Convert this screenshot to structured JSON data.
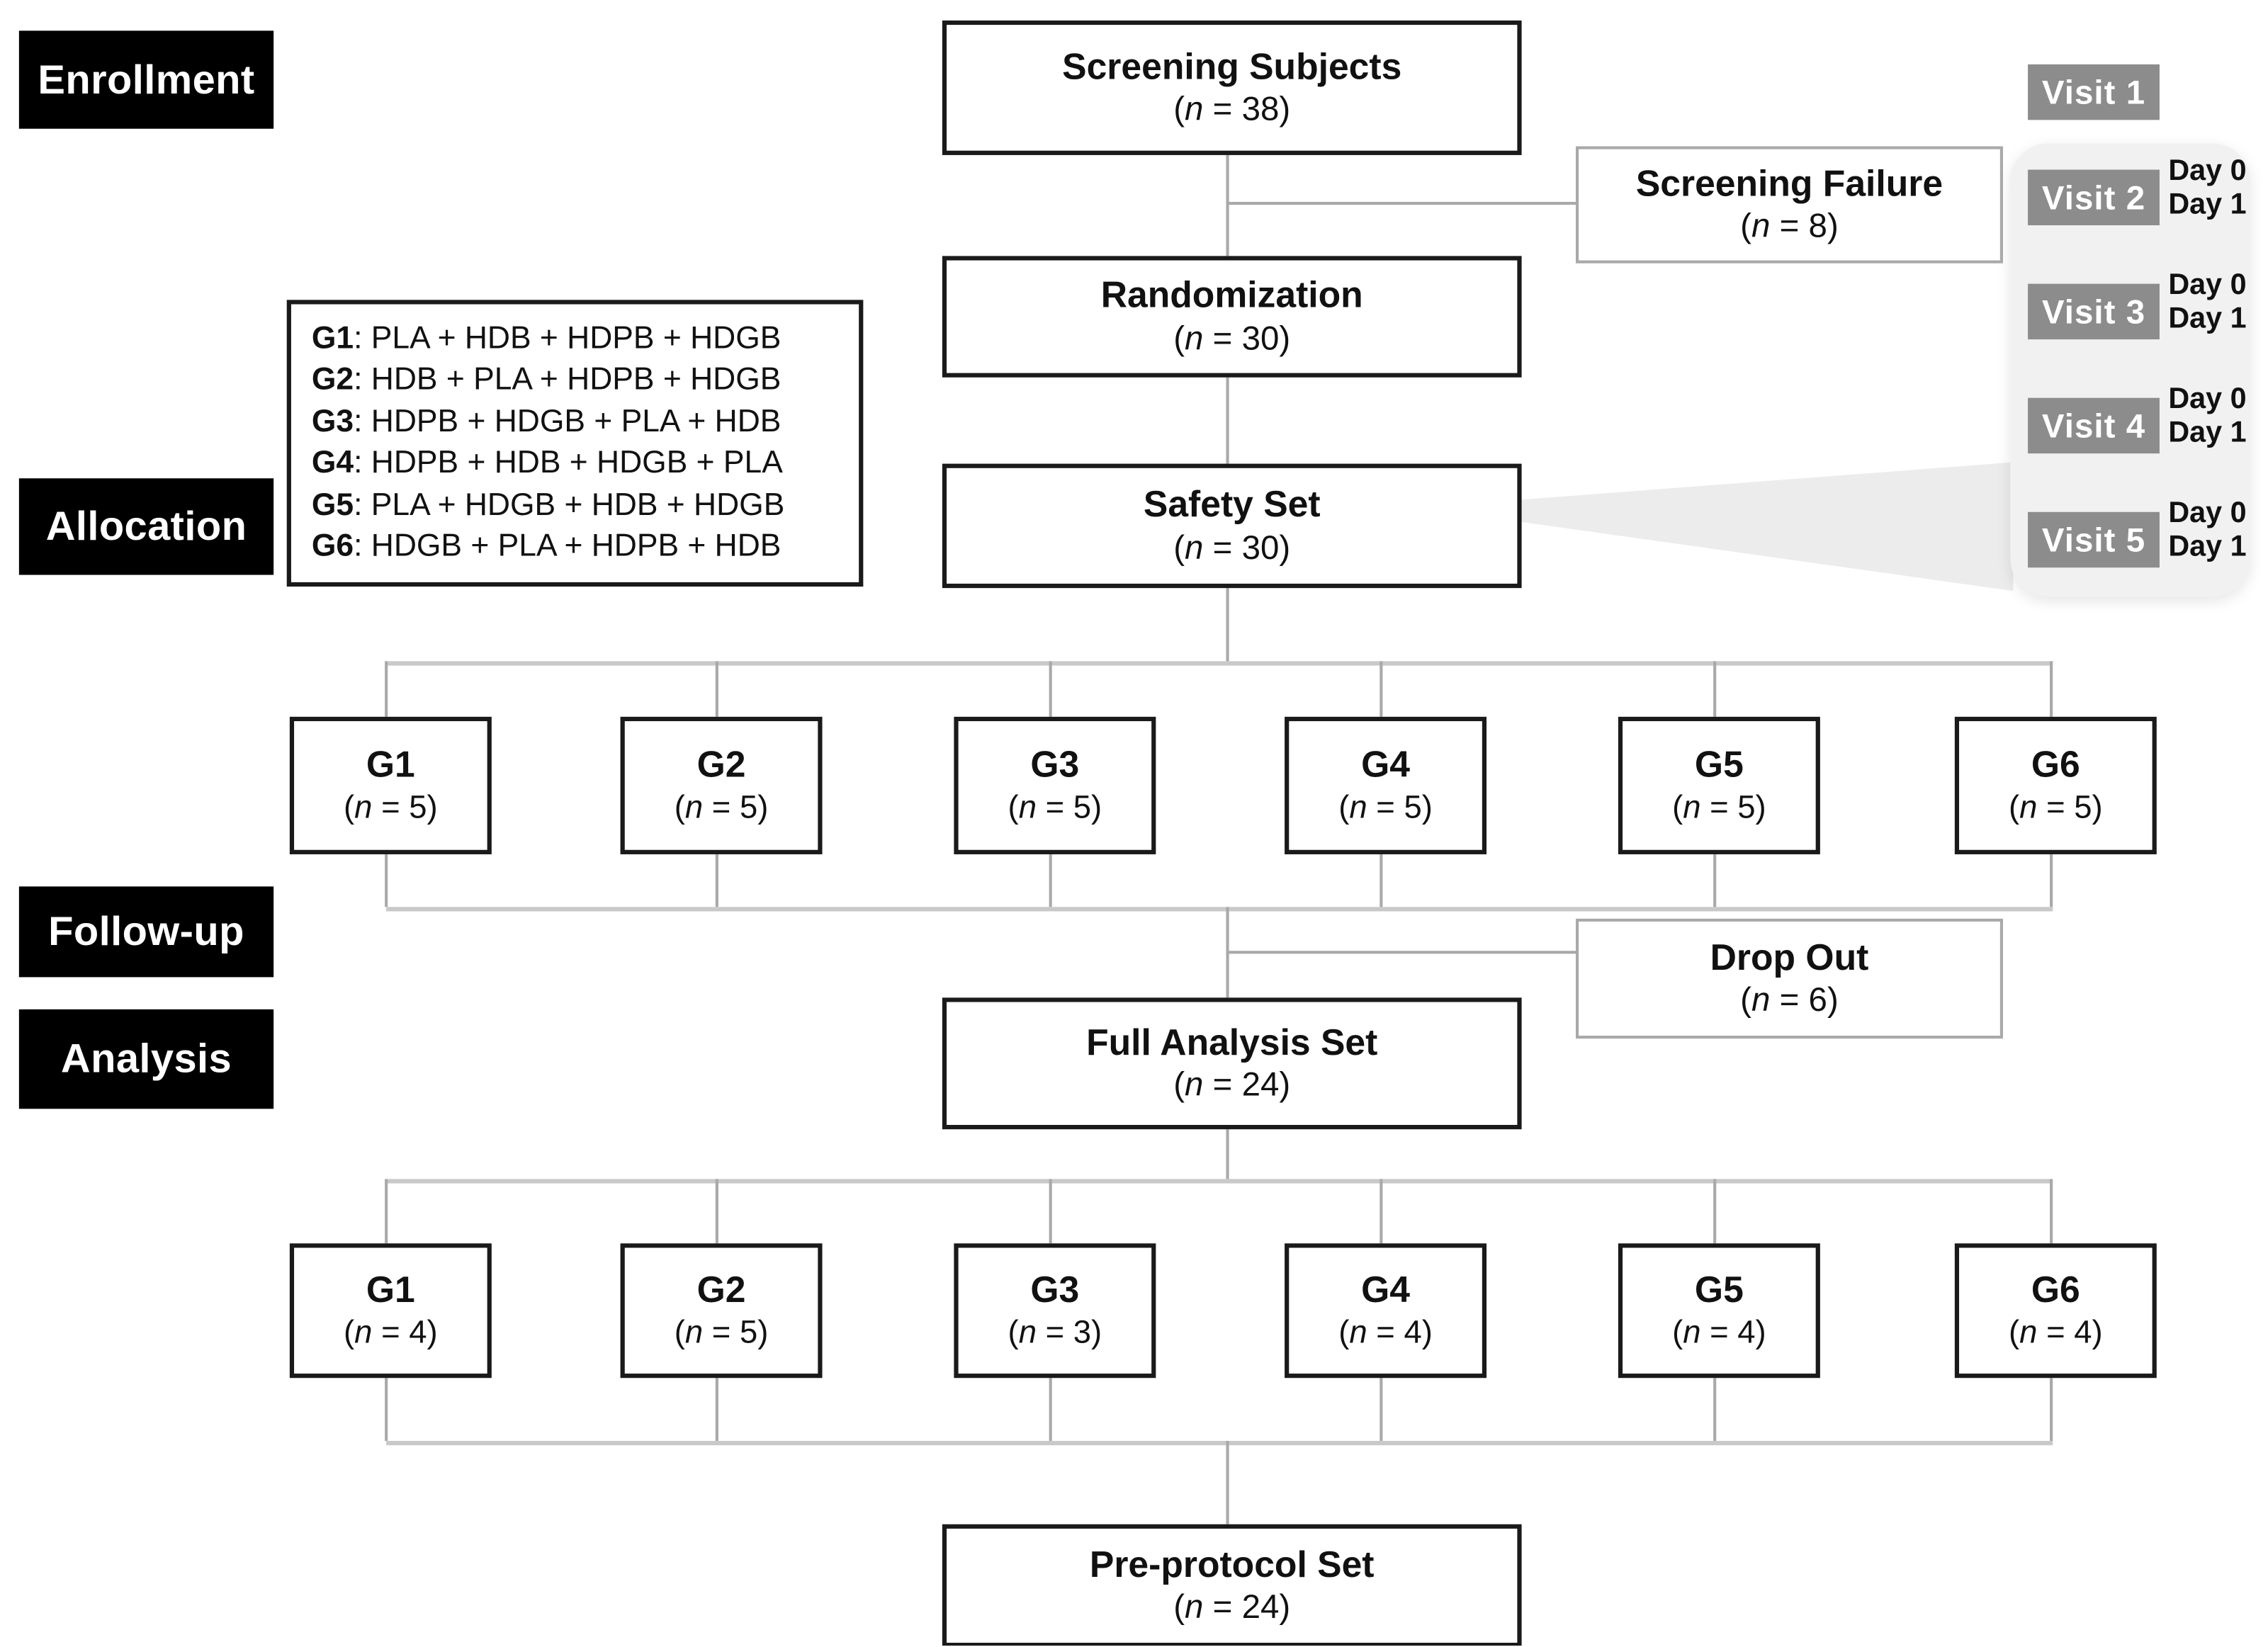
{
  "colors": {
    "stage_bg": "#000000",
    "stage_text": "#ffffff",
    "box_border": "#1a1a1a",
    "muted_border": "#a9a9a9",
    "connector": "#a9a9a9",
    "connector_light": "#c9c9c9",
    "visit_chip_bg": "#8c8c8c",
    "panel_bg": "#f1f1f1",
    "wedge": "#ececec",
    "text": "#111111"
  },
  "stages": {
    "enrollment": "Enrollment",
    "allocation": "Allocation",
    "followup": "Follow-up",
    "analysis": "Analysis"
  },
  "nodes": {
    "screening": {
      "title": "Screening Subjects",
      "n": "(n = 38)"
    },
    "screening_failure": {
      "title": "Screening Failure",
      "n": "(n = 8)"
    },
    "randomization": {
      "title": "Randomization",
      "n": "(n = 30)"
    },
    "safety_set": {
      "title": "Safety Set",
      "n": "(n = 30)"
    },
    "drop_out": {
      "title": "Drop Out",
      "n": "(n = 6)"
    },
    "full_analysis_set": {
      "title": "Full Analysis Set",
      "n": "(n = 24)"
    },
    "pre_protocol_set": {
      "title": "Pre-protocol Set",
      "n": "(n = 24)"
    }
  },
  "legend": {
    "separator": ": ",
    "items": [
      {
        "group": "G1",
        "sequence": "PLA + HDB + HDPB + HDGB"
      },
      {
        "group": "G2",
        "sequence": "HDB + PLA + HDPB + HDGB"
      },
      {
        "group": "G3",
        "sequence": "HDPB + HDGB + PLA + HDB"
      },
      {
        "group": "G4",
        "sequence": "HDPB + HDB + HDGB + PLA"
      },
      {
        "group": "G5",
        "sequence": "PLA + HDGB + HDB + HDGB"
      },
      {
        "group": "G6",
        "sequence": "HDGB + PLA + HDPB + HDB"
      }
    ]
  },
  "safety_groups": [
    {
      "name": "G1",
      "n": "(n = 5)"
    },
    {
      "name": "G2",
      "n": "(n = 5)"
    },
    {
      "name": "G3",
      "n": "(n = 5)"
    },
    {
      "name": "G4",
      "n": "(n = 5)"
    },
    {
      "name": "G5",
      "n": "(n = 5)"
    },
    {
      "name": "G6",
      "n": "(n = 5)"
    }
  ],
  "analysis_groups": [
    {
      "name": "G1",
      "n": "(n = 4)"
    },
    {
      "name": "G2",
      "n": "(n = 5)"
    },
    {
      "name": "G3",
      "n": "(n = 3)"
    },
    {
      "name": "G4",
      "n": "(n = 4)"
    },
    {
      "name": "G5",
      "n": "(n = 4)"
    },
    {
      "name": "G6",
      "n": "(n = 4)"
    }
  ],
  "visits": {
    "visit1": "Visit 1",
    "panel_items": [
      {
        "label": "Visit 2",
        "day_a": "Day 0",
        "day_b": "Day 1"
      },
      {
        "label": "Visit 3",
        "day_a": "Day 0",
        "day_b": "Day 1"
      },
      {
        "label": "Visit 4",
        "day_a": "Day 0",
        "day_b": "Day 1"
      },
      {
        "label": "Visit 5",
        "day_a": "Day 0",
        "day_b": "Day 1"
      }
    ]
  }
}
